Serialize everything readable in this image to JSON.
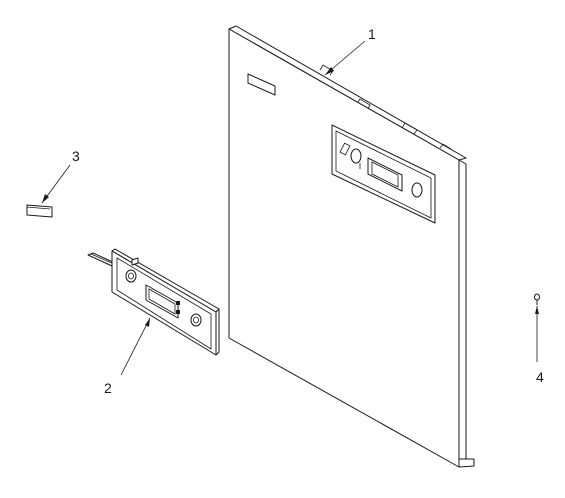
{
  "callouts": {
    "c1": "1",
    "c2": "2",
    "c3": "3",
    "c4": "4"
  },
  "parts": [
    {
      "id": "1",
      "icon": "door-panel-icon"
    },
    {
      "id": "2",
      "icon": "control-panel-overlay-icon"
    },
    {
      "id": "3",
      "icon": "label-pad-icon"
    },
    {
      "id": "4",
      "icon": "screw-clip-icon"
    }
  ]
}
